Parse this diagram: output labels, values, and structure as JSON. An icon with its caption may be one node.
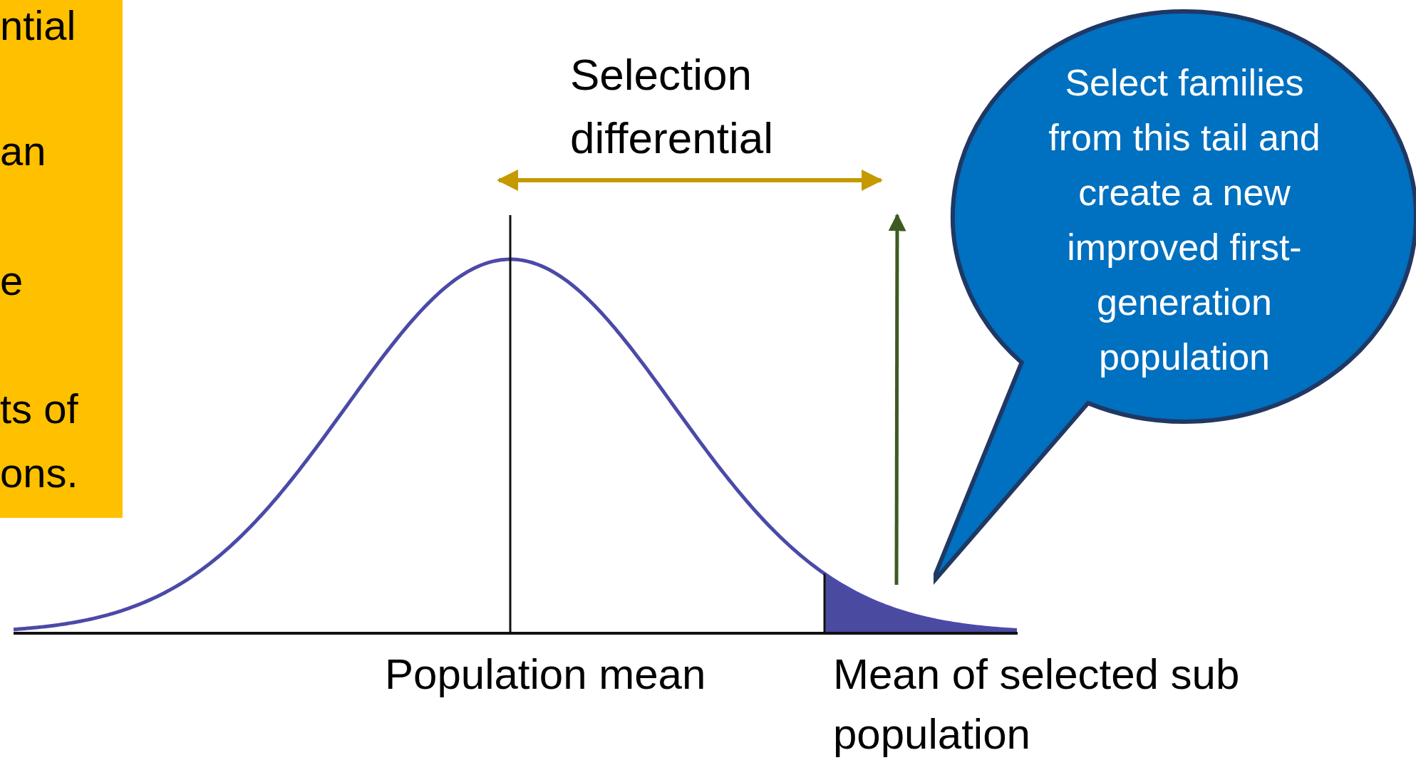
{
  "diagram": {
    "nodes": [
      {
        "text": [
          "ntial",
          "an",
          "e",
          "ts of",
          "ons."
        ]
      },
      {
        "text": [
          "Select families from this tail and create a new improved first-generation population"
        ]
      }
    ],
    "labels": [
      "Selection differential",
      "Population mean",
      "Mean of selected sub population"
    ]
  }
}
